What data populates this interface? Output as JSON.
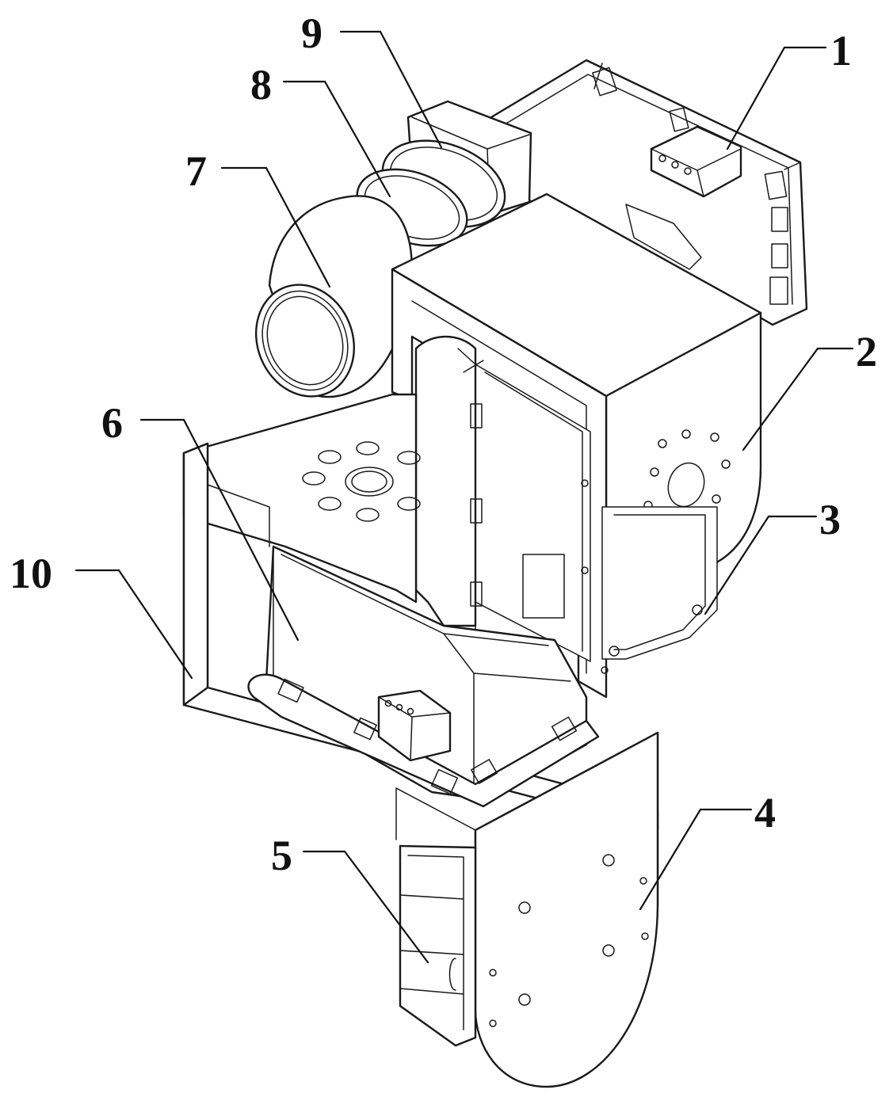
{
  "figure": {
    "callouts": [
      {
        "id": "1",
        "label": "1"
      },
      {
        "id": "2",
        "label": "2"
      },
      {
        "id": "3",
        "label": "3"
      },
      {
        "id": "4",
        "label": "4"
      },
      {
        "id": "5",
        "label": "5"
      },
      {
        "id": "6",
        "label": "6"
      },
      {
        "id": "7",
        "label": "7"
      },
      {
        "id": "8",
        "label": "8"
      },
      {
        "id": "9",
        "label": "9"
      },
      {
        "id": "10",
        "label": "10"
      }
    ]
  }
}
